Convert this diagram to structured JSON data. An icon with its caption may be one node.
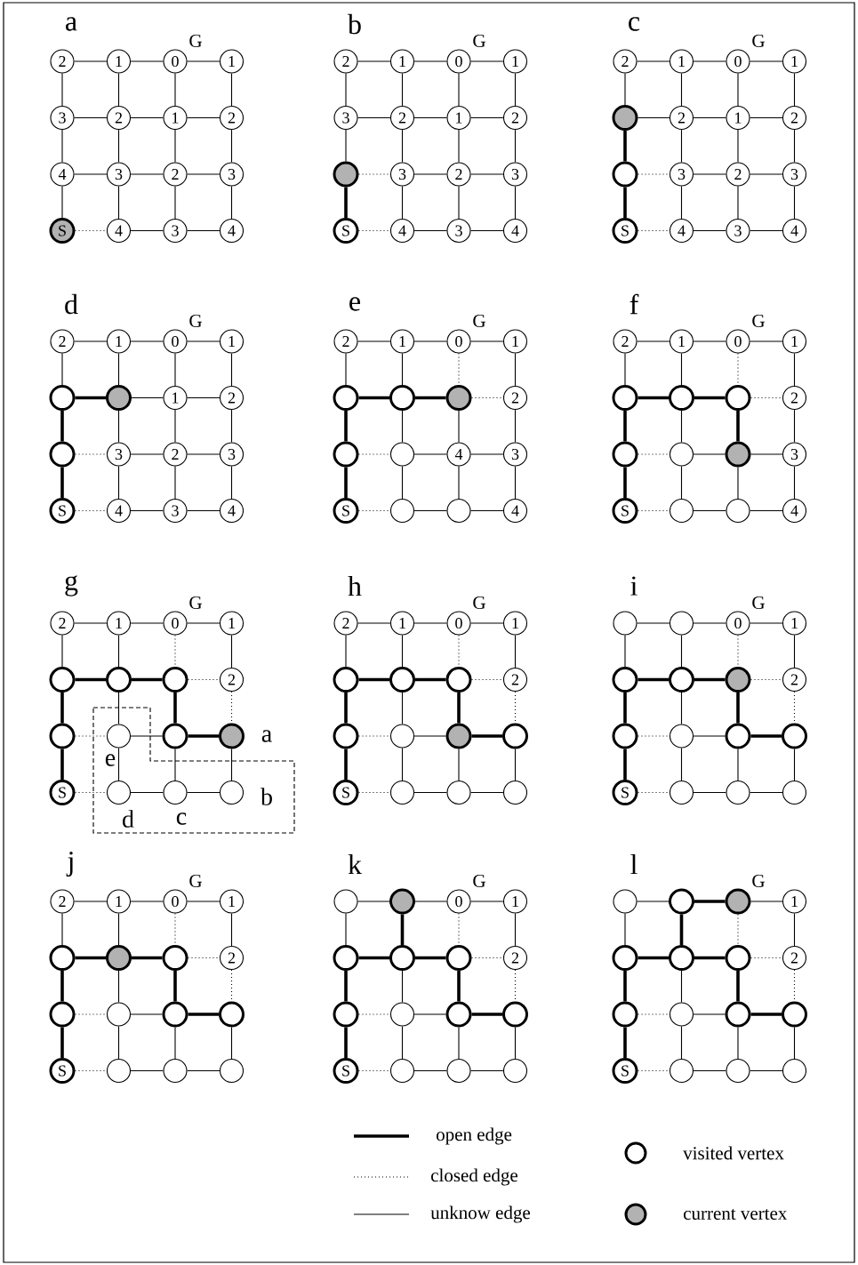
{
  "diagram": {
    "nodes": [
      {
        "text": [
          "2"
        ]
      },
      {
        "text": [
          "1"
        ]
      },
      {
        "text": [
          "0"
        ],
        "beside": [
          "G"
        ]
      },
      {
        "text": [
          "1"
        ]
      },
      {
        "text": [
          "3"
        ]
      },
      {
        "text": [
          "2"
        ]
      },
      {
        "text": [
          "1"
        ]
      },
      {
        "text": [
          "2"
        ]
      },
      {
        "text": [
          "4"
        ]
      },
      {
        "text": [
          "3"
        ]
      },
      {
        "text": [
          "2"
        ]
      },
      {
        "text": [
          "3"
        ]
      },
      {
        "text": [
          "S"
        ]
      },
      {
        "text": [
          "4"
        ]
      },
      {
        "text": [
          "3"
        ]
      },
      {
        "text": [
          "4"
        ]
      },
      {
        "text": [
          "2"
        ]
      },
      {
        "text": [
          "1"
        ]
      },
      {
        "text": [
          "0"
        ],
        "beside": [
          "G"
        ]
      },
      {
        "text": [
          "1"
        ]
      },
      {
        "text": [
          "3"
        ]
      },
      {
        "text": [
          "2"
        ]
      },
      {
        "text": [
          "1"
        ]
      },
      {
        "text": [
          "2"
        ]
      },
      {
        "text": [],
        "shape": "circle"
      },
      {
        "text": [
          "3"
        ]
      },
      {
        "text": [
          "2"
        ]
      },
      {
        "text": [
          "3"
        ]
      },
      {
        "text": [
          "S"
        ]
      },
      {
        "text": [
          "4"
        ]
      },
      {
        "text": [
          "3"
        ]
      },
      {
        "text": [
          "4"
        ]
      },
      {
        "text": [
          "2"
        ]
      },
      {
        "text": [
          "1"
        ]
      },
      {
        "text": [
          "0"
        ],
        "beside": [
          "G"
        ]
      },
      {
        "text": [
          "1"
        ]
      },
      {
        "text": [],
        "shape": "circle"
      },
      {
        "text": [
          "2"
        ]
      },
      {
        "text": [
          "1"
        ]
      },
      {
        "text": [
          "2"
        ]
      },
      {
        "text": [],
        "shape": "circle"
      },
      {
        "text": [
          "3"
        ]
      },
      {
        "text": [
          "2"
        ]
      },
      {
        "text": [
          "3"
        ]
      },
      {
        "text": [
          "S"
        ]
      },
      {
        "text": [
          "4"
        ]
      },
      {
        "text": [
          "3"
        ]
      },
      {
        "text": [
          "4"
        ]
      },
      {
        "text": [
          "2"
        ]
      },
      {
        "text": [
          "1"
        ]
      },
      {
        "text": [
          "0"
        ],
        "beside": [
          "G"
        ]
      },
      {
        "text": [
          "1"
        ]
      },
      {
        "text": [],
        "shape": "circle"
      },
      {
        "text": [],
        "shape": "circle"
      },
      {
        "text": [
          "1"
        ]
      },
      {
        "text": [
          "2"
        ]
      },
      {
        "text": [],
        "shape": "circle"
      },
      {
        "text": [
          "3"
        ]
      },
      {
        "text": [
          "2"
        ]
      },
      {
        "text": [
          "3"
        ]
      },
      {
        "text": [
          "S"
        ]
      },
      {
        "text": [
          "4"
        ]
      },
      {
        "text": [
          "3"
        ]
      },
      {
        "text": [
          "4"
        ]
      },
      {
        "text": [
          "2"
        ]
      },
      {
        "text": [
          "1"
        ]
      },
      {
        "text": [
          "0"
        ],
        "beside": [
          "G"
        ]
      },
      {
        "text": [
          "1"
        ]
      },
      {
        "text": [],
        "shape": "circle"
      },
      {
        "text": [],
        "shape": "circle"
      },
      {
        "text": [],
        "shape": "circle"
      },
      {
        "text": [
          "2"
        ]
      },
      {
        "text": [],
        "shape": "circle"
      },
      {
        "text": [],
        "shape": "circle"
      },
      {
        "text": [
          "4"
        ]
      },
      {
        "text": [
          "3"
        ]
      },
      {
        "text": [
          "S"
        ]
      },
      {
        "text": [],
        "shape": "circle"
      },
      {
        "text": [],
        "shape": "circle"
      },
      {
        "text": [
          "4"
        ]
      },
      {
        "text": [
          "2"
        ]
      },
      {
        "text": [
          "1"
        ]
      },
      {
        "text": [
          "0"
        ],
        "beside": [
          "G"
        ]
      },
      {
        "text": [
          "1"
        ]
      },
      {
        "text": [],
        "shape": "circle"
      },
      {
        "text": [],
        "shape": "circle"
      },
      {
        "text": [],
        "shape": "circle"
      },
      {
        "text": [
          "2"
        ]
      },
      {
        "text": [],
        "shape": "circle"
      },
      {
        "text": [],
        "shape": "circle"
      },
      {
        "text": [],
        "shape": "circle"
      },
      {
        "text": [
          "3"
        ]
      },
      {
        "text": [
          "S"
        ]
      },
      {
        "text": [],
        "shape": "circle"
      },
      {
        "text": [],
        "shape": "circle"
      },
      {
        "text": [
          "4"
        ]
      },
      {
        "text": [
          "2"
        ]
      },
      {
        "text": [
          "1"
        ]
      },
      {
        "text": [
          "0"
        ],
        "beside": [
          "G"
        ]
      },
      {
        "text": [
          "1"
        ]
      },
      {
        "text": [],
        "shape": "circle"
      },
      {
        "text": [],
        "shape": "circle"
      },
      {
        "text": [],
        "shape": "circle"
      },
      {
        "text": [
          "2"
        ]
      },
      {
        "text": [],
        "shape": "circle"
      },
      {
        "text": [],
        "shape": "circle"
      },
      {
        "text": [],
        "shape": "circle"
      },
      {
        "text": [],
        "shape": "circle"
      },
      {
        "text": [
          "S"
        ]
      },
      {
        "text": [],
        "shape": "circle"
      },
      {
        "text": [],
        "shape": "circle"
      },
      {
        "text": [],
        "shape": "circle"
      },
      {
        "text": [
          "2"
        ]
      },
      {
        "text": [
          "1"
        ]
      },
      {
        "text": [
          "0"
        ],
        "beside": [
          "G"
        ]
      },
      {
        "text": [
          "1"
        ]
      },
      {
        "text": [],
        "shape": "circle"
      },
      {
        "text": [],
        "shape": "circle"
      },
      {
        "text": [],
        "shape": "circle"
      },
      {
        "text": [
          "2"
        ]
      },
      {
        "text": [],
        "shape": "circle"
      },
      {
        "text": [],
        "shape": "circle"
      },
      {
        "text": [],
        "shape": "circle"
      },
      {
        "text": [],
        "shape": "circle"
      },
      {
        "text": [
          "S"
        ]
      },
      {
        "text": [],
        "shape": "circle"
      },
      {
        "text": [],
        "shape": "circle"
      },
      {
        "text": [],
        "shape": "circle"
      },
      {
        "text": [],
        "shape": "circle"
      },
      {
        "text": [],
        "shape": "circle"
      },
      {
        "text": [
          "0"
        ],
        "beside": [
          "G"
        ]
      },
      {
        "text": [
          "1"
        ]
      },
      {
        "text": [],
        "shape": "circle"
      },
      {
        "text": [],
        "shape": "circle"
      },
      {
        "text": [],
        "shape": "circle"
      },
      {
        "text": [
          "2"
        ]
      },
      {
        "text": [],
        "shape": "circle"
      },
      {
        "text": [],
        "shape": "circle"
      },
      {
        "text": [],
        "shape": "circle"
      },
      {
        "text": [],
        "shape": "circle"
      },
      {
        "text": [
          "S"
        ]
      },
      {
        "text": [],
        "shape": "circle"
      },
      {
        "text": [],
        "shape": "circle"
      },
      {
        "text": [],
        "shape": "circle"
      },
      {
        "text": [
          "2"
        ]
      },
      {
        "text": [
          "1"
        ]
      },
      {
        "text": [
          "0"
        ],
        "beside": [
          "G"
        ]
      },
      {
        "text": [
          "1"
        ]
      },
      {
        "text": [],
        "shape": "circle"
      },
      {
        "text": [],
        "shape": "circle"
      },
      {
        "text": [],
        "shape": "circle"
      },
      {
        "text": [
          "2"
        ]
      },
      {
        "text": [],
        "shape": "circle"
      },
      {
        "text": [],
        "shape": "circle"
      },
      {
        "text": [],
        "shape": "circle"
      },
      {
        "text": [],
        "shape": "circle"
      },
      {
        "text": [
          "S"
        ]
      },
      {
        "text": [],
        "shape": "circle"
      },
      {
        "text": [],
        "shape": "circle"
      },
      {
        "text": [],
        "shape": "circle"
      },
      {
        "text": [],
        "shape": "circle"
      },
      {
        "text": [],
        "shape": "circle"
      },
      {
        "text": [
          "0"
        ],
        "beside": [
          "G"
        ]
      },
      {
        "text": [
          "1"
        ]
      },
      {
        "text": [],
        "shape": "circle"
      },
      {
        "text": [],
        "shape": "circle"
      },
      {
        "text": [],
        "shape": "circle"
      },
      {
        "text": [
          "2"
        ]
      },
      {
        "text": [],
        "shape": "circle"
      },
      {
        "text": [],
        "shape": "circle"
      },
      {
        "text": [],
        "shape": "circle"
      },
      {
        "text": [],
        "shape": "circle"
      },
      {
        "text": [
          "S"
        ]
      },
      {
        "text": [],
        "shape": "circle"
      },
      {
        "text": [],
        "shape": "circle"
      },
      {
        "text": [],
        "shape": "circle"
      },
      {
        "text": [],
        "shape": "circle"
      },
      {
        "text": [],
        "shape": "circle"
      },
      {
        "text": [],
        "shape": "circle",
        "beside": [
          "G"
        ]
      },
      {
        "text": [
          "1"
        ]
      },
      {
        "text": [],
        "shape": "circle"
      },
      {
        "text": [],
        "shape": "circle"
      },
      {
        "text": [],
        "shape": "circle"
      },
      {
        "text": [
          "2"
        ]
      },
      {
        "text": [],
        "shape": "circle"
      },
      {
        "text": [],
        "shape": "circle"
      },
      {
        "text": [],
        "shape": "circle"
      },
      {
        "text": [],
        "shape": "circle"
      },
      {
        "text": [
          "S"
        ]
      },
      {
        "text": [],
        "shape": "circle"
      },
      {
        "text": [],
        "shape": "circle"
      },
      {
        "text": [],
        "shape": "circle"
      }
    ],
    "edges": [
      {
        "from": 0,
        "to": 1,
        "arrow": "none"
      },
      {
        "from": 1,
        "to": 2,
        "arrow": "none"
      },
      {
        "from": 2,
        "to": 3,
        "arrow": "none"
      },
      {
        "from": 4,
        "to": 5,
        "arrow": "none"
      },
      {
        "from": 5,
        "to": 6,
        "arrow": "none"
      },
      {
        "from": 6,
        "to": 7,
        "arrow": "none"
      },
      {
        "from": 8,
        "to": 9,
        "arrow": "none"
      },
      {
        "from": 9,
        "to": 10,
        "arrow": "none"
      },
      {
        "from": 10,
        "to": 11,
        "arrow": "none"
      },
      {
        "from": 12,
        "to": 13,
        "arrow": "none",
        "style": "dashed"
      },
      {
        "from": 13,
        "to": 14,
        "arrow": "none"
      },
      {
        "from": 14,
        "to": 15,
        "arrow": "none"
      },
      {
        "from": 0,
        "to": 4,
        "arrow": "none"
      },
      {
        "from": 1,
        "to": 5,
        "arrow": "none"
      },
      {
        "from": 2,
        "to": 6,
        "arrow": "none"
      },
      {
        "from": 3,
        "to": 7,
        "arrow": "none"
      },
      {
        "from": 4,
        "to": 8,
        "arrow": "none"
      },
      {
        "from": 5,
        "to": 9,
        "arrow": "none"
      },
      {
        "from": 6,
        "to": 10,
        "arrow": "none"
      },
      {
        "from": 7,
        "to": 11,
        "arrow": "none"
      },
      {
        "from": 8,
        "to": 12,
        "arrow": "none"
      },
      {
        "from": 9,
        "to": 13,
        "arrow": "none"
      },
      {
        "from": 10,
        "to": 14,
        "arrow": "none"
      },
      {
        "from": 11,
        "to": 15,
        "arrow": "none"
      },
      {
        "from": 16,
        "to": 17,
        "arrow": "none"
      },
      {
        "from": 17,
        "to": 18,
        "arrow": "none"
      },
      {
        "from": 18,
        "to": 19,
        "arrow": "none"
      },
      {
        "from": 20,
        "to": 21,
        "arrow": "none"
      },
      {
        "from": 21,
        "to": 22,
        "arrow": "none"
      },
      {
        "from": 22,
        "to": 23,
        "arrow": "none"
      },
      {
        "from": 24,
        "to": 25,
        "arrow": "none",
        "style": "dashed"
      },
      {
        "from": 25,
        "to": 26,
        "arrow": "none"
      },
      {
        "from": 26,
        "to": 27,
        "arrow": "none"
      },
      {
        "from": 28,
        "to": 29,
        "arrow": "none",
        "style": "dashed"
      },
      {
        "from": 29,
        "to": 30,
        "arrow": "none"
      },
      {
        "from": 30,
        "to": 31,
        "arrow": "none"
      },
      {
        "from": 16,
        "to": 20,
        "arrow": "none"
      },
      {
        "from": 17,
        "to": 21,
        "arrow": "none"
      },
      {
        "from": 18,
        "to": 22,
        "arrow": "none"
      },
      {
        "from": 19,
        "to": 23,
        "arrow": "none"
      },
      {
        "from": 20,
        "to": 24,
        "arrow": "none"
      },
      {
        "from": 21,
        "to": 25,
        "arrow": "none"
      },
      {
        "from": 22,
        "to": 26,
        "arrow": "none"
      },
      {
        "from": 23,
        "to": 27,
        "arrow": "none"
      },
      {
        "from": 24,
        "to": 28,
        "arrow": "none",
        "style": "thick"
      },
      {
        "from": 25,
        "to": 29,
        "arrow": "none"
      },
      {
        "from": 26,
        "to": 30,
        "arrow": "none"
      },
      {
        "from": 27,
        "to": 31,
        "arrow": "none"
      },
      {
        "from": 32,
        "to": 33,
        "arrow": "none"
      },
      {
        "from": 33,
        "to": 34,
        "arrow": "none"
      },
      {
        "from": 34,
        "to": 35,
        "arrow": "none"
      },
      {
        "from": 36,
        "to": 37,
        "arrow": "none"
      },
      {
        "from": 37,
        "to": 38,
        "arrow": "none"
      },
      {
        "from": 38,
        "to": 39,
        "arrow": "none"
      },
      {
        "from": 40,
        "to": 41,
        "arrow": "none",
        "style": "dashed"
      },
      {
        "from": 41,
        "to": 42,
        "arrow": "none"
      },
      {
        "from": 42,
        "to": 43,
        "arrow": "none"
      },
      {
        "from": 44,
        "to": 45,
        "arrow": "none",
        "style": "dashed"
      },
      {
        "from": 45,
        "to": 46,
        "arrow": "none"
      },
      {
        "from": 46,
        "to": 47,
        "arrow": "none"
      },
      {
        "from": 32,
        "to": 36,
        "arrow": "none"
      },
      {
        "from": 33,
        "to": 37,
        "arrow": "none"
      },
      {
        "from": 34,
        "to": 38,
        "arrow": "none"
      },
      {
        "from": 35,
        "to": 39,
        "arrow": "none"
      },
      {
        "from": 36,
        "to": 40,
        "arrow": "none",
        "style": "thick"
      },
      {
        "from": 37,
        "to": 41,
        "arrow": "none"
      },
      {
        "from": 38,
        "to": 42,
        "arrow": "none"
      },
      {
        "from": 39,
        "to": 43,
        "arrow": "none"
      },
      {
        "from": 40,
        "to": 44,
        "arrow": "none",
        "style": "thick"
      },
      {
        "from": 41,
        "to": 45,
        "arrow": "none"
      },
      {
        "from": 42,
        "to": 46,
        "arrow": "none"
      },
      {
        "from": 43,
        "to": 47,
        "arrow": "none"
      },
      {
        "from": 48,
        "to": 49,
        "arrow": "none"
      },
      {
        "from": 49,
        "to": 50,
        "arrow": "none"
      },
      {
        "from": 50,
        "to": 51,
        "arrow": "none"
      },
      {
        "from": 52,
        "to": 53,
        "arrow": "none",
        "style": "thick"
      },
      {
        "from": 53,
        "to": 54,
        "arrow": "none"
      },
      {
        "from": 54,
        "to": 55,
        "arrow": "none"
      },
      {
        "from": 56,
        "to": 57,
        "arrow": "none",
        "style": "dashed"
      },
      {
        "from": 57,
        "to": 58,
        "arrow": "none"
      },
      {
        "from": 58,
        "to": 59,
        "arrow": "none"
      },
      {
        "from": 60,
        "to": 61,
        "arrow": "none",
        "style": "dashed"
      },
      {
        "from": 61,
        "to": 62,
        "arrow": "none"
      },
      {
        "from": 62,
        "to": 63,
        "arrow": "none"
      },
      {
        "from": 48,
        "to": 52,
        "arrow": "none"
      },
      {
        "from": 49,
        "to": 53,
        "arrow": "none"
      },
      {
        "from": 50,
        "to": 54,
        "arrow": "none"
      },
      {
        "from": 51,
        "to": 55,
        "arrow": "none"
      },
      {
        "from": 52,
        "to": 56,
        "arrow": "none",
        "style": "thick"
      },
      {
        "from": 53,
        "to": 57,
        "arrow": "none"
      },
      {
        "from": 54,
        "to": 58,
        "arrow": "none"
      },
      {
        "from": 55,
        "to": 59,
        "arrow": "none"
      },
      {
        "from": 56,
        "to": 60,
        "arrow": "none",
        "style": "thick"
      },
      {
        "from": 57,
        "to": 61,
        "arrow": "none"
      },
      {
        "from": 58,
        "to": 62,
        "arrow": "none"
      },
      {
        "from": 59,
        "to": 63,
        "arrow": "none"
      },
      {
        "from": 64,
        "to": 65,
        "arrow": "none"
      },
      {
        "from": 65,
        "to": 66,
        "arrow": "none"
      },
      {
        "from": 66,
        "to": 67,
        "arrow": "none"
      },
      {
        "from": 68,
        "to": 69,
        "arrow": "none",
        "style": "thick"
      },
      {
        "from": 69,
        "to": 70,
        "arrow": "none",
        "style": "thick"
      },
      {
        "from": 70,
        "to": 71,
        "arrow": "none",
        "style": "dashed"
      },
      {
        "from": 72,
        "to": 73,
        "arrow": "none",
        "style": "dashed"
      },
      {
        "from": 73,
        "to": 74,
        "arrow": "none"
      },
      {
        "from": 74,
        "to": 75,
        "arrow": "none"
      },
      {
        "from": 76,
        "to": 77,
        "arrow": "none",
        "style": "dashed"
      },
      {
        "from": 77,
        "to": 78,
        "arrow": "none"
      },
      {
        "from": 78,
        "to": 79,
        "arrow": "none"
      },
      {
        "from": 64,
        "to": 68,
        "arrow": "none"
      },
      {
        "from": 65,
        "to": 69,
        "arrow": "none"
      },
      {
        "from": 66,
        "to": 70,
        "arrow": "none",
        "style": "dashed"
      },
      {
        "from": 67,
        "to": 71,
        "arrow": "none"
      },
      {
        "from": 68,
        "to": 72,
        "arrow": "none",
        "style": "thick"
      },
      {
        "from": 69,
        "to": 73,
        "arrow": "none"
      },
      {
        "from": 70,
        "to": 74,
        "arrow": "none"
      },
      {
        "from": 71,
        "to": 75,
        "arrow": "none"
      },
      {
        "from": 72,
        "to": 76,
        "arrow": "none",
        "style": "thick"
      },
      {
        "from": 73,
        "to": 77,
        "arrow": "none"
      },
      {
        "from": 74,
        "to": 78,
        "arrow": "none"
      },
      {
        "from": 75,
        "to": 79,
        "arrow": "none"
      },
      {
        "from": 80,
        "to": 81,
        "arrow": "none"
      },
      {
        "from": 81,
        "to": 82,
        "arrow": "none"
      },
      {
        "from": 82,
        "to": 83,
        "arrow": "none"
      },
      {
        "from": 84,
        "to": 85,
        "arrow": "none",
        "style": "thick"
      },
      {
        "from": 85,
        "to": 86,
        "arrow": "none",
        "style": "thick"
      },
      {
        "from": 86,
        "to": 87,
        "arrow": "none",
        "style": "dashed"
      },
      {
        "from": 88,
        "to": 89,
        "arrow": "none",
        "style": "dashed"
      },
      {
        "from": 89,
        "to": 90,
        "arrow": "none"
      },
      {
        "from": 90,
        "to": 91,
        "arrow": "none"
      },
      {
        "from": 92,
        "to": 93,
        "arrow": "none",
        "style": "dashed"
      },
      {
        "from": 93,
        "to": 94,
        "arrow": "none"
      },
      {
        "from": 94,
        "to": 95,
        "arrow": "none"
      },
      {
        "from": 80,
        "to": 84,
        "arrow": "none"
      },
      {
        "from": 81,
        "to": 85,
        "arrow": "none"
      },
      {
        "from": 82,
        "to": 86,
        "arrow": "none",
        "style": "dashed"
      },
      {
        "from": 83,
        "to": 87,
        "arrow": "none"
      },
      {
        "from": 84,
        "to": 88,
        "arrow": "none",
        "style": "thick"
      },
      {
        "from": 85,
        "to": 89,
        "arrow": "none"
      },
      {
        "from": 86,
        "to": 90,
        "arrow": "none",
        "style": "thick"
      },
      {
        "from": 87,
        "to": 91,
        "arrow": "none"
      },
      {
        "from": 88,
        "to": 92,
        "arrow": "none",
        "style": "thick"
      },
      {
        "from": 89,
        "to": 93,
        "arrow": "none"
      },
      {
        "from": 90,
        "to": 94,
        "arrow": "none"
      },
      {
        "from": 91,
        "to": 95,
        "arrow": "none"
      },
      {
        "from": 96,
        "to": 97,
        "arrow": "none"
      },
      {
        "from": 97,
        "to": 98,
        "arrow": "none"
      },
      {
        "from": 98,
        "to": 99,
        "arrow": "none"
      },
      {
        "from": 100,
        "to": 101,
        "arrow": "none",
        "style": "thick"
      },
      {
        "from": 101,
        "to": 102,
        "arrow": "none",
        "style": "thick"
      },
      {
        "from": 102,
        "to": 103,
        "arrow": "none",
        "style": "dashed"
      },
      {
        "from": 104,
        "to": 105,
        "arrow": "none",
        "style": "dashed"
      },
      {
        "from": 105,
        "to": 106,
        "arrow": "none"
      },
      {
        "from": 106,
        "to": 107,
        "arrow": "none",
        "style": "thick"
      },
      {
        "from": 108,
        "to": 109,
        "arrow": "none",
        "style": "dashed"
      },
      {
        "from": 109,
        "to": 110,
        "arrow": "none"
      },
      {
        "from": 110,
        "to": 111,
        "arrow": "none"
      },
      {
        "from": 96,
        "to": 100,
        "arrow": "none"
      },
      {
        "from": 97,
        "to": 101,
        "arrow": "none"
      },
      {
        "from": 98,
        "to": 102,
        "arrow": "none",
        "style": "dashed"
      },
      {
        "from": 99,
        "to": 103,
        "arrow": "none"
      },
      {
        "from": 100,
        "to": 104,
        "arrow": "none",
        "style": "thick"
      },
      {
        "from": 101,
        "to": 105,
        "arrow": "none"
      },
      {
        "from": 102,
        "to": 106,
        "arrow": "none",
        "style": "thick"
      },
      {
        "from": 103,
        "to": 107,
        "arrow": "none",
        "style": "dashed"
      },
      {
        "from": 104,
        "to": 108,
        "arrow": "none",
        "style": "thick"
      },
      {
        "from": 105,
        "to": 109,
        "arrow": "none"
      },
      {
        "from": 106,
        "to": 110,
        "arrow": "none"
      },
      {
        "from": 107,
        "to": 111,
        "arrow": "none"
      },
      {
        "from": 112,
        "to": 113,
        "arrow": "none"
      },
      {
        "from": 113,
        "to": 114,
        "arrow": "none"
      },
      {
        "from": 114,
        "to": 115,
        "arrow": "none"
      },
      {
        "from": 116,
        "to": 117,
        "arrow": "none",
        "style": "thick"
      },
      {
        "from": 117,
        "to": 118,
        "arrow": "none",
        "style": "thick"
      },
      {
        "from": 118,
        "to": 119,
        "arrow": "none",
        "style": "dashed"
      },
      {
        "from": 120,
        "to": 121,
        "arrow": "none",
        "style": "dashed"
      },
      {
        "from": 121,
        "to": 122,
        "arrow": "none"
      },
      {
        "from": 122,
        "to": 123,
        "arrow": "none",
        "style": "thick"
      },
      {
        "from": 124,
        "to": 125,
        "arrow": "none",
        "style": "dashed"
      },
      {
        "from": 125,
        "to": 126,
        "arrow": "none"
      },
      {
        "from": 126,
        "to": 127,
        "arrow": "none"
      },
      {
        "from": 112,
        "to": 116,
        "arrow": "none"
      },
      {
        "from": 113,
        "to": 117,
        "arrow": "none"
      },
      {
        "from": 114,
        "to": 118,
        "arrow": "none",
        "style": "dashed"
      },
      {
        "from": 115,
        "to": 119,
        "arrow": "none"
      },
      {
        "from": 116,
        "to": 120,
        "arrow": "none",
        "style": "thick"
      },
      {
        "from": 117,
        "to": 121,
        "arrow": "none"
      },
      {
        "from": 118,
        "to": 122,
        "arrow": "none",
        "style": "thick"
      },
      {
        "from": 119,
        "to": 123,
        "arrow": "none",
        "style": "dashed"
      },
      {
        "from": 120,
        "to": 124,
        "arrow": "none",
        "style": "thick"
      },
      {
        "from": 121,
        "to": 125,
        "arrow": "none"
      },
      {
        "from": 122,
        "to": 126,
        "arrow": "none"
      },
      {
        "from": 123,
        "to": 127,
        "arrow": "none"
      },
      {
        "from": 128,
        "to": 129,
        "arrow": "none"
      },
      {
        "from": 129,
        "to": 130,
        "arrow": "none"
      },
      {
        "from": 130,
        "to": 131,
        "arrow": "none"
      },
      {
        "from": 132,
        "to": 133,
        "arrow": "none",
        "style": "thick"
      },
      {
        "from": 133,
        "to": 134,
        "arrow": "none",
        "style": "thick"
      },
      {
        "from": 134,
        "to": 135,
        "arrow": "none",
        "style": "dashed"
      },
      {
        "from": 136,
        "to": 137,
        "arrow": "none",
        "style": "dashed"
      },
      {
        "from": 137,
        "to": 138,
        "arrow": "none"
      },
      {
        "from": 138,
        "to": 139,
        "arrow": "none",
        "style": "thick"
      },
      {
        "from": 140,
        "to": 141,
        "arrow": "none",
        "style": "dashed"
      },
      {
        "from": 141,
        "to": 142,
        "arrow": "none"
      },
      {
        "from": 142,
        "to": 143,
        "arrow": "none"
      },
      {
        "from": 128,
        "to": 132,
        "arrow": "none"
      },
      {
        "from": 129,
        "to": 133,
        "arrow": "none"
      },
      {
        "from": 130,
        "to": 134,
        "arrow": "none",
        "style": "dashed"
      },
      {
        "from": 131,
        "to": 135,
        "arrow": "none"
      },
      {
        "from": 132,
        "to": 136,
        "arrow": "none",
        "style": "thick"
      },
      {
        "from": 133,
        "to": 137,
        "arrow": "none"
      },
      {
        "from": 134,
        "to": 138,
        "arrow": "none",
        "style": "thick"
      },
      {
        "from": 135,
        "to": 139,
        "arrow": "none",
        "style": "dashed"
      },
      {
        "from": 136,
        "to": 140,
        "arrow": "none",
        "style": "thick"
      },
      {
        "from": 137,
        "to": 141,
        "arrow": "none"
      },
      {
        "from": 138,
        "to": 142,
        "arrow": "none"
      },
      {
        "from": 139,
        "to": 143,
        "arrow": "none"
      },
      {
        "from": 144,
        "to": 145,
        "arrow": "none"
      },
      {
        "from": 145,
        "to": 146,
        "arrow": "none"
      },
      {
        "from": 146,
        "to": 147,
        "arrow": "none"
      },
      {
        "from": 148,
        "to": 149,
        "arrow": "none",
        "style": "thick"
      },
      {
        "from": 149,
        "to": 150,
        "arrow": "none",
        "style": "thick"
      },
      {
        "from": 150,
        "to": 151,
        "arrow": "none",
        "style": "dashed"
      },
      {
        "from": 152,
        "to": 153,
        "arrow": "none",
        "style": "dashed"
      },
      {
        "from": 153,
        "to": 154,
        "arrow": "none"
      },
      {
        "from": 154,
        "to": 155,
        "arrow": "none",
        "style": "thick"
      },
      {
        "from": 156,
        "to": 157,
        "arrow": "none",
        "style": "dashed"
      },
      {
        "from": 157,
        "to": 158,
        "arrow": "none"
      },
      {
        "from": 158,
        "to": 159,
        "arrow": "none"
      },
      {
        "from": 144,
        "to": 148,
        "arrow": "none"
      },
      {
        "from": 145,
        "to": 149,
        "arrow": "none"
      },
      {
        "from": 146,
        "to": 150,
        "arrow": "none",
        "style": "dashed"
      },
      {
        "from": 147,
        "to": 151,
        "arrow": "none"
      },
      {
        "from": 148,
        "to": 152,
        "arrow": "none",
        "style": "thick"
      },
      {
        "from": 149,
        "to": 153,
        "arrow": "none"
      },
      {
        "from": 150,
        "to": 154,
        "arrow": "none",
        "style": "thick"
      },
      {
        "from": 151,
        "to": 155,
        "arrow": "none",
        "style": "dashed"
      },
      {
        "from": 152,
        "to": 156,
        "arrow": "none",
        "style": "thick"
      },
      {
        "from": 153,
        "to": 157,
        "arrow": "none"
      },
      {
        "from": 154,
        "to": 158,
        "arrow": "none"
      },
      {
        "from": 155,
        "to": 159,
        "arrow": "none"
      },
      {
        "from": 160,
        "to": 161,
        "arrow": "none"
      },
      {
        "from": 161,
        "to": 162,
        "arrow": "none"
      },
      {
        "from": 162,
        "to": 163,
        "arrow": "none"
      },
      {
        "from": 164,
        "to": 165,
        "arrow": "none",
        "style": "thick"
      },
      {
        "from": 165,
        "to": 166,
        "arrow": "none",
        "style": "thick"
      },
      {
        "from": 166,
        "to": 167,
        "arrow": "none",
        "style": "dashed"
      },
      {
        "from": 168,
        "to": 169,
        "arrow": "none",
        "style": "dashed"
      },
      {
        "from": 169,
        "to": 170,
        "arrow": "none"
      },
      {
        "from": 170,
        "to": 171,
        "arrow": "none",
        "style": "thick"
      },
      {
        "from": 172,
        "to": 173,
        "arrow": "none",
        "style": "dashed"
      },
      {
        "from": 173,
        "to": 174,
        "arrow": "none"
      },
      {
        "from": 174,
        "to": 175,
        "arrow": "none"
      },
      {
        "from": 160,
        "to": 164,
        "arrow": "none"
      },
      {
        "from": 161,
        "to": 165,
        "arrow": "none",
        "style": "thick"
      },
      {
        "from": 162,
        "to": 166,
        "arrow": "none",
        "style": "dashed"
      },
      {
        "from": 163,
        "to": 167,
        "arrow": "none"
      },
      {
        "from": 164,
        "to": 168,
        "arrow": "none",
        "style": "thick"
      },
      {
        "from": 165,
        "to": 169,
        "arrow": "none"
      },
      {
        "from": 166,
        "to": 170,
        "arrow": "none",
        "style": "thick"
      },
      {
        "from": 167,
        "to": 171,
        "arrow": "none",
        "style": "dashed"
      },
      {
        "from": 168,
        "to": 172,
        "arrow": "none",
        "style": "thick"
      },
      {
        "from": 169,
        "to": 173,
        "arrow": "none"
      },
      {
        "from": 170,
        "to": 174,
        "arrow": "none"
      },
      {
        "from": 171,
        "to": 175,
        "arrow": "none"
      },
      {
        "from": 176,
        "to": 177,
        "arrow": "none"
      },
      {
        "from": 177,
        "to": 178,
        "arrow": "none",
        "style": "thick"
      },
      {
        "from": 178,
        "to": 179,
        "arrow": "none"
      },
      {
        "from": 180,
        "to": 181,
        "arrow": "none",
        "style": "thick"
      },
      {
        "from": 181,
        "to": 182,
        "arrow": "none",
        "style": "thick"
      },
      {
        "from": 182,
        "to": 183,
        "arrow": "none",
        "style": "dashed"
      },
      {
        "from": 184,
        "to": 185,
        "arrow": "none",
        "style": "dashed"
      },
      {
        "from": 185,
        "to": 186,
        "arrow": "none"
      },
      {
        "from": 186,
        "to": 187,
        "arrow": "none",
        "style": "thick"
      },
      {
        "from": 188,
        "to": 189,
        "arrow": "none",
        "style": "dashed"
      },
      {
        "from": 189,
        "to": 190,
        "arrow": "none"
      },
      {
        "from": 190,
        "to": 191,
        "arrow": "none"
      },
      {
        "from": 176,
        "to": 180,
        "arrow": "none"
      },
      {
        "from": 177,
        "to": 181,
        "arrow": "none",
        "style": "thick"
      },
      {
        "from": 178,
        "to": 182,
        "arrow": "none",
        "style": "dashed"
      },
      {
        "from": 179,
        "to": 183,
        "arrow": "none"
      },
      {
        "from": 180,
        "to": 184,
        "arrow": "none",
        "style": "thick"
      },
      {
        "from": 181,
        "to": 185,
        "arrow": "none"
      },
      {
        "from": 182,
        "to": 186,
        "arrow": "none",
        "style": "thick"
      },
      {
        "from": 183,
        "to": 187,
        "arrow": "none",
        "style": "dashed"
      },
      {
        "from": 184,
        "to": 188,
        "arrow": "none",
        "style": "thick"
      },
      {
        "from": 185,
        "to": 189,
        "arrow": "none"
      },
      {
        "from": 186,
        "to": 190,
        "arrow": "none"
      },
      {
        "from": 187,
        "to": 191,
        "arrow": "none"
      }
    ],
    "labels": [
      "a",
      "b",
      "c",
      "d",
      "e",
      "f",
      "g",
      "h",
      "i",
      "j",
      "k",
      "l",
      "a",
      "e",
      "b",
      "d",
      "c"
    ],
    "legend": [
      {
        "text": "open edge"
      },
      {
        "text": "closed edge"
      },
      {
        "text": "unknow edge"
      },
      {
        "text": "visited vertex"
      },
      {
        "text": "current vertex"
      }
    ]
  }
}
